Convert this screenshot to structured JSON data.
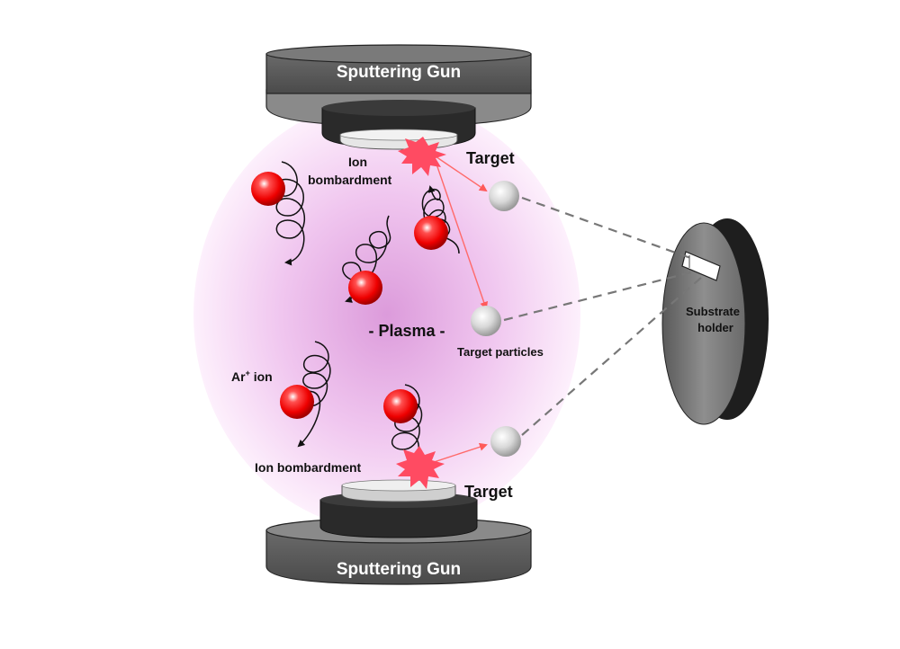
{
  "labels": {
    "top_gun": "Sputtering Gun",
    "bottom_gun": "Sputtering Gun",
    "target_top": "Target",
    "target_bottom": "Target",
    "ion_bombardment_top_line1": "Ion",
    "ion_bombardment_top_line2": "bombardment",
    "ion_bombardment_bottom": "Ion bombardment",
    "plasma": "- Plasma -",
    "target_particles": "Target particles",
    "ar_ion": "Ar",
    "ar_ion_sup": "+",
    "ar_ion_suffix": " ion",
    "substrate_line1": "Substrate",
    "substrate_line2": "holder"
  },
  "colors": {
    "plasma": "#e9b3e6",
    "ion": "#ff0000",
    "particle": "#c8c8c8",
    "gun_body": "#555555",
    "burst": "#ff4b62",
    "trajectory": "#ff5a5a"
  }
}
